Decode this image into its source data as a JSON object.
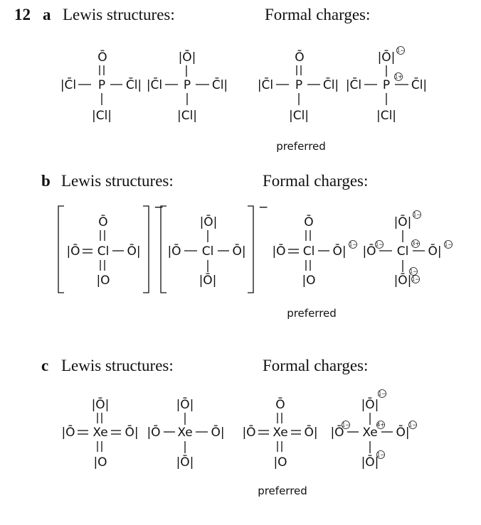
{
  "question_number": "12",
  "parts": [
    {
      "letter": "a",
      "lewis_label": "Lewis structures:",
      "formal_label": "Formal charges:",
      "preferred_label": "preferred"
    },
    {
      "letter": "b",
      "lewis_label": "Lewis structures:",
      "formal_label": "Formal charges:",
      "preferred_label": "preferred"
    },
    {
      "letter": "c",
      "lewis_label": "Lewis structures:",
      "formal_label": "Formal charges:",
      "preferred_label": "preferred"
    }
  ],
  "atoms": {
    "oxygen_lone": "|Ō|",
    "oxygen_top": "Ō",
    "oxygen_bottom": "|Ο",
    "oxygen_left": "|Ō",
    "oxygen_right": "Ō|",
    "chlorine_left": "|C̄l",
    "chlorine_right": "C̄l|",
    "chlorine_bottom": "|Cl|",
    "phosphorus": "P",
    "chlorine_center": "Cl",
    "xenon": "Xe"
  },
  "ion_charge": "−",
  "formal_charges": {
    "minus_one": "1−",
    "plus_one": "1+",
    "plus_three": "3+",
    "plus_four": "4+"
  }
}
